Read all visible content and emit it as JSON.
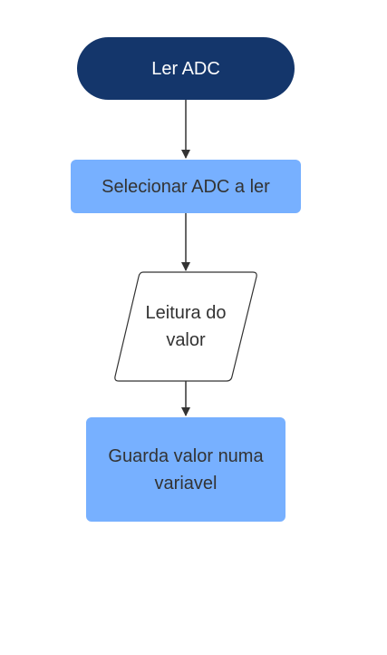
{
  "flowchart": {
    "nodes": {
      "start": {
        "label": "Ler ADC",
        "shape": "terminator",
        "fill": "#14366b",
        "text_color": "#ffffff"
      },
      "select": {
        "label": "Selecionar ADC a ler",
        "shape": "process",
        "fill": "#77b0ff",
        "text_color": "#333333"
      },
      "read": {
        "label": "Leitura do valor",
        "shape": "input-output",
        "fill": "#ffffff",
        "text_color": "#333333"
      },
      "store": {
        "label": "Guarda valor numa variavel",
        "shape": "process",
        "fill": "#77b0ff",
        "text_color": "#333333"
      }
    },
    "edges": [
      {
        "from": "start",
        "to": "select"
      },
      {
        "from": "select",
        "to": "read"
      },
      {
        "from": "read",
        "to": "store"
      }
    ],
    "colors": {
      "terminator": "#14366b",
      "process": "#77b0ff",
      "connector": "#333333",
      "outline": "#333333"
    }
  }
}
